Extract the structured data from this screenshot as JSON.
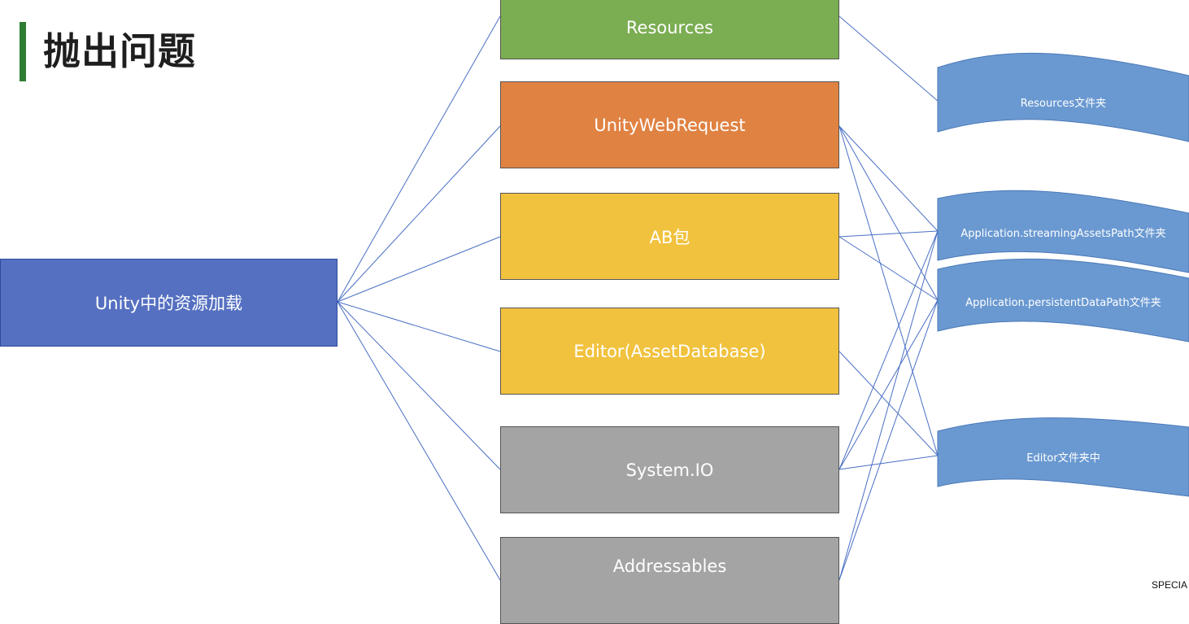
{
  "slide": {
    "title": "抛出问题",
    "corner_text": "SPECIA"
  },
  "diagram": {
    "root": "Unity中的资源加载",
    "methods": [
      "Resources",
      "UnityWebRequest",
      "AB包",
      "Editor(AssetDatabase)",
      "System.IO",
      "Addressables"
    ],
    "folders": [
      "Resources文件夹",
      "Application.streamingAssetsPath文件夹",
      "Application.persistentDataPath文件夹",
      "Editor文件夹中"
    ]
  },
  "colors": {
    "root": "#5570c1",
    "resources": "#7bad52",
    "unitywebrequest": "#e08242",
    "ab": "#f1c23e",
    "editor": "#f1c23e",
    "systemio": "#a4a4a4",
    "addressables": "#a4a4a4",
    "folder": "#6a99d1",
    "connector": "#4a6fc5",
    "title_bar": "#2e7d32"
  }
}
